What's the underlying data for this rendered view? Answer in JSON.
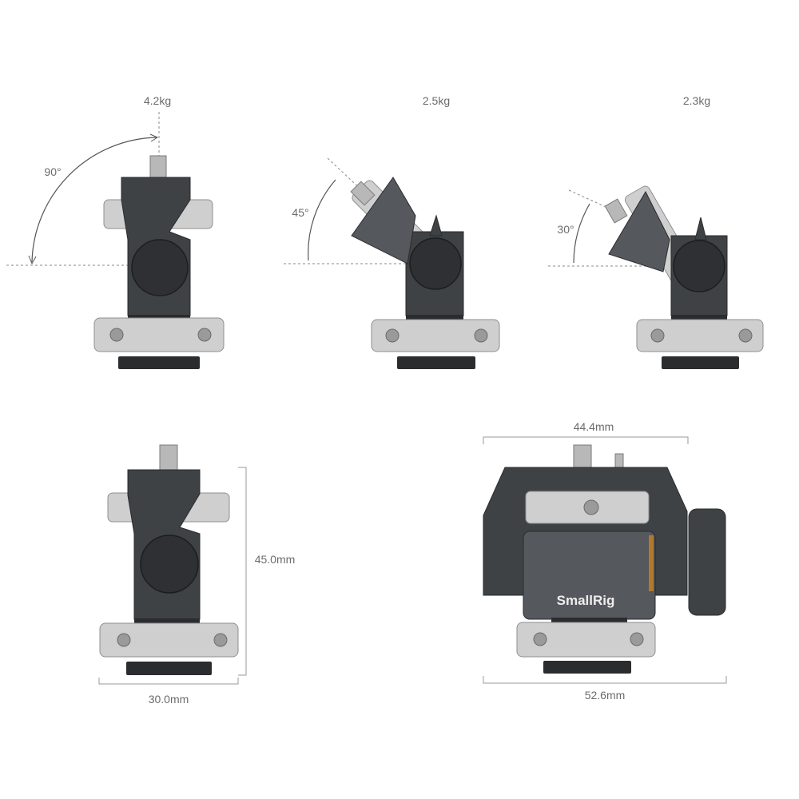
{
  "views": {
    "tilt_90": {
      "load": "4.2kg",
      "angle": "90°"
    },
    "tilt_45": {
      "load": "2.5kg",
      "angle": "45°"
    },
    "tilt_30": {
      "load": "2.3kg",
      "angle": "30°"
    }
  },
  "dimensions": {
    "side_height": "45.0mm",
    "side_width": "30.0mm",
    "front_top_width": "44.4mm",
    "front_bottom_width": "52.6mm"
  },
  "brand": {
    "logo_text": "SmallRig"
  },
  "colors": {
    "body": "#3f4245",
    "knurl": "#cfcfcf",
    "dimension_line": "#9a9a9a"
  }
}
